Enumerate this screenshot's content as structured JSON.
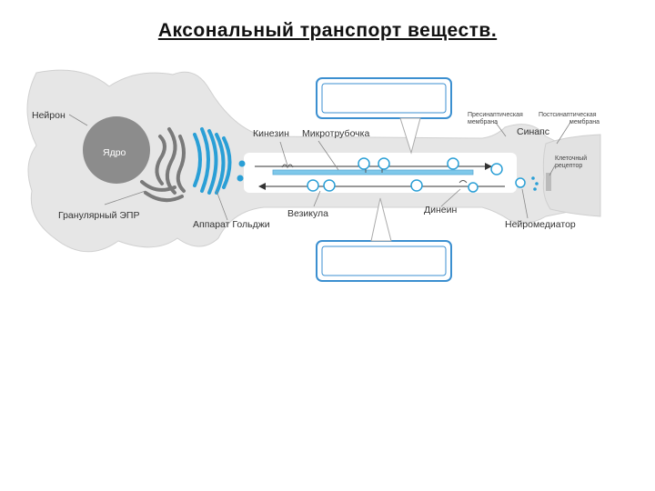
{
  "title": "Аксональный транспорт веществ.",
  "labels": {
    "neuron": "Нейрон",
    "nucleus": "Ядро",
    "granular_er": "Гранулярный ЭПР",
    "golgi": "Аппарат Гольджи",
    "kinesin": "Кинезин",
    "microtubule": "Микротрубочка",
    "vesicle": "Везикула",
    "dynein": "Динеин",
    "presynaptic_membrane": [
      "Пресинаптическая",
      "мембрана"
    ],
    "postsynaptic_membrane": [
      "Постсинаптическая",
      "мембрана"
    ],
    "synapse": "Синапс",
    "cell_receptor": [
      "Клеточный",
      "рецептор"
    ],
    "neurotransmitter": "Нейромедиатор"
  },
  "callouts": {
    "top": "",
    "bottom": ""
  },
  "colors": {
    "cell_body": "#e6e6e6",
    "cell_outline": "#d0d0d0",
    "nucleus": "#8c8c8c",
    "er": "#808080",
    "golgi": "#2a9fd6",
    "microtubule": "#7ec8ea",
    "callout_border": "#3b8fd0"
  }
}
